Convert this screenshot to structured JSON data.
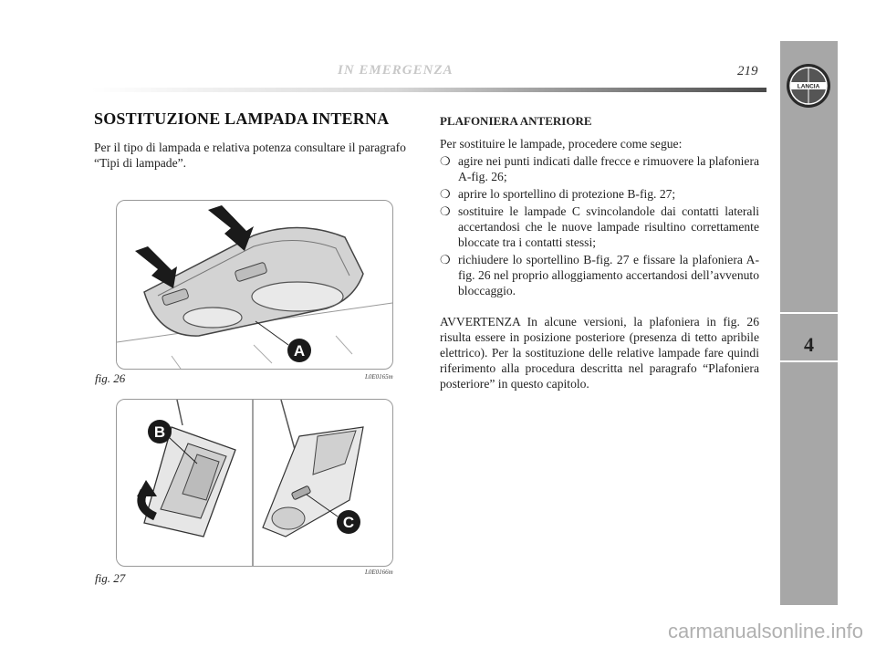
{
  "header": {
    "title": "IN EMERGENZA",
    "page_number": "219"
  },
  "side_tab": {
    "chapter": "4"
  },
  "left": {
    "section_title": "SOSTITUZIONE LAMPADA INTERNA",
    "intro": "Per il tipo di lampada e relativa potenza consultare il paragrafo “Tipi di lampade”."
  },
  "figures": [
    {
      "label": "fig. 26",
      "code": "L0E0165m",
      "callouts": [
        "A"
      ]
    },
    {
      "label": "fig. 27",
      "code": "L0E0166m",
      "callouts": [
        "B",
        "C"
      ]
    }
  ],
  "right": {
    "subheading": "PLAFONIERA ANTERIORE",
    "lead": "Per sostituire le lampade, procedere come segue:",
    "bullet_symbol": "❍",
    "bullets": [
      "agire nei punti indicati dalle frecce e rimuovere la plafoniera A-fig. 26;",
      "aprire lo sportellino di protezione B-fig. 27;",
      "sostituire le lampade C svincolandole dai contatti laterali accertandosi che le nuove lampade risultino correttamente bloccate tra i contatti stessi;",
      "richiudere lo sportellino B-fig. 27 e fissare la plafoniera A-fig. 26 nel proprio alloggiamento accertandosi dell’avvenuto bloccaggio."
    ],
    "warning": "AVVERTENZA In alcune versioni, la plafoniera in fig. 26 risulta essere in posizione posteriore (presenza di tetto apribile elettrico). Per la sostituzione delle relative lampade fare quindi riferimento alla procedura descritta nel paragrafo “Plafoniera posteriore” in questo capitolo."
  },
  "logo": {
    "text": "LANCIA"
  },
  "watermark": "carmanualsonline.info"
}
